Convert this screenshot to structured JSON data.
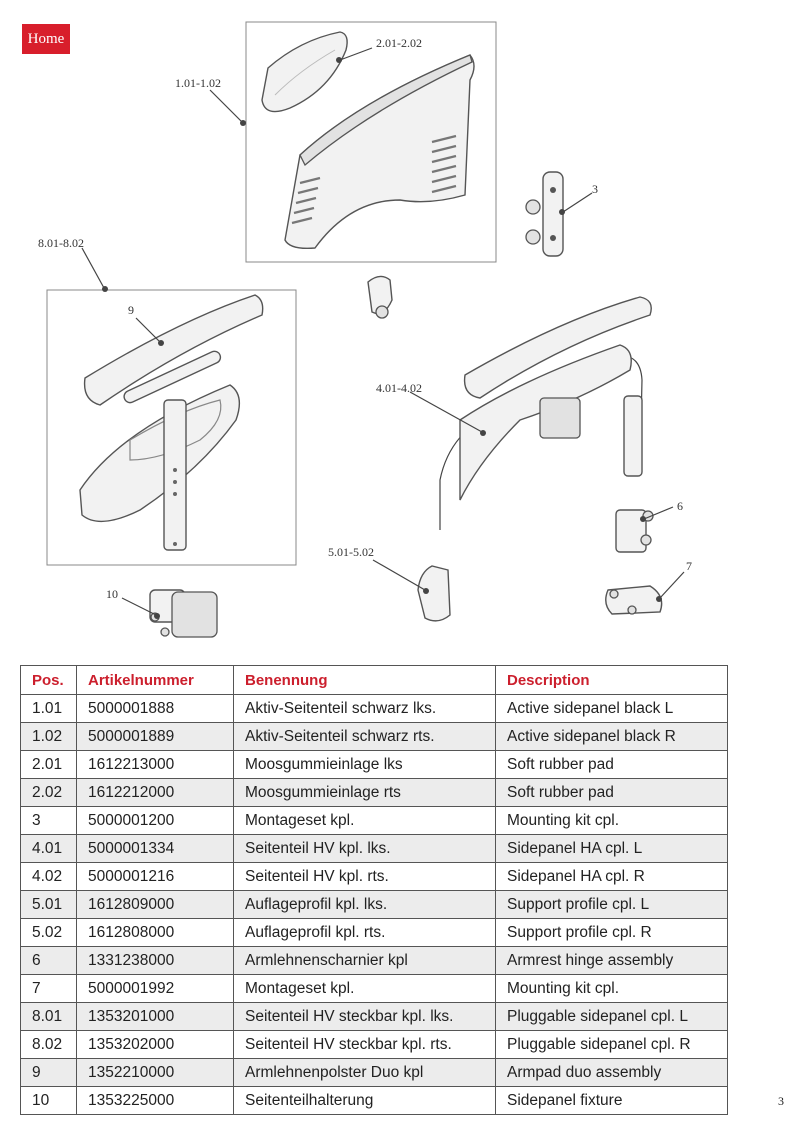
{
  "nav": {
    "home_label": "Home"
  },
  "callouts": {
    "c1": "1.01-1.02",
    "c2": "2.01-2.02",
    "c3": "3",
    "c4": "4.01-4.02",
    "c5": "5.01-5.02",
    "c6": "6",
    "c7": "7",
    "c8": "8.01-8.02",
    "c9": "9",
    "c10": "10"
  },
  "table": {
    "headers": [
      "Pos.",
      "Artikelnummer",
      "Benennung",
      "Description"
    ],
    "rows": [
      [
        "1.01",
        "5000001888",
        "Aktiv-Seitenteil schwarz lks.",
        "Active sidepanel black L"
      ],
      [
        "1.02",
        "5000001889",
        "Aktiv-Seitenteil schwarz rts.",
        "Active sidepanel black R"
      ],
      [
        "2.01",
        "1612213000",
        "Moosgummieinlage lks",
        "Soft rubber pad"
      ],
      [
        "2.02",
        "1612212000",
        "Moosgummieinlage rts",
        "Soft rubber pad"
      ],
      [
        "3",
        "5000001200",
        "Montageset kpl.",
        "Mounting kit cpl."
      ],
      [
        "4.01",
        "5000001334",
        "Seitenteil HV kpl. lks.",
        "Sidepanel HA cpl. L"
      ],
      [
        "4.02",
        "5000001216",
        "Seitenteil HV kpl. rts.",
        "Sidepanel HA cpl. R"
      ],
      [
        "5.01",
        "1612809000",
        "Auflageprofil kpl. lks.",
        "Support profile cpl. L"
      ],
      [
        "5.02",
        "1612808000",
        "Auflageprofil kpl. rts.",
        "Support profile cpl. R"
      ],
      [
        "6",
        "1331238000",
        "Armlehnenscharnier kpl",
        "Armrest hinge assembly"
      ],
      [
        "7",
        "5000001992",
        "Montageset kpl.",
        "Mounting kit cpl."
      ],
      [
        "8.01",
        "1353201000",
        "Seitenteil HV steckbar kpl. lks.",
        "Pluggable sidepanel cpl. L"
      ],
      [
        "8.02",
        "1353202000",
        "Seitenteil HV steckbar kpl. rts.",
        "Pluggable sidepanel cpl. R"
      ],
      [
        "9",
        "1352210000",
        "Armlehnenpolster Duo kpl",
        "Armpad duo assembly"
      ],
      [
        "10",
        "1353225000",
        "Seitenteilhalterung",
        "Sidepanel fixture"
      ]
    ]
  },
  "page": {
    "number": "3"
  }
}
